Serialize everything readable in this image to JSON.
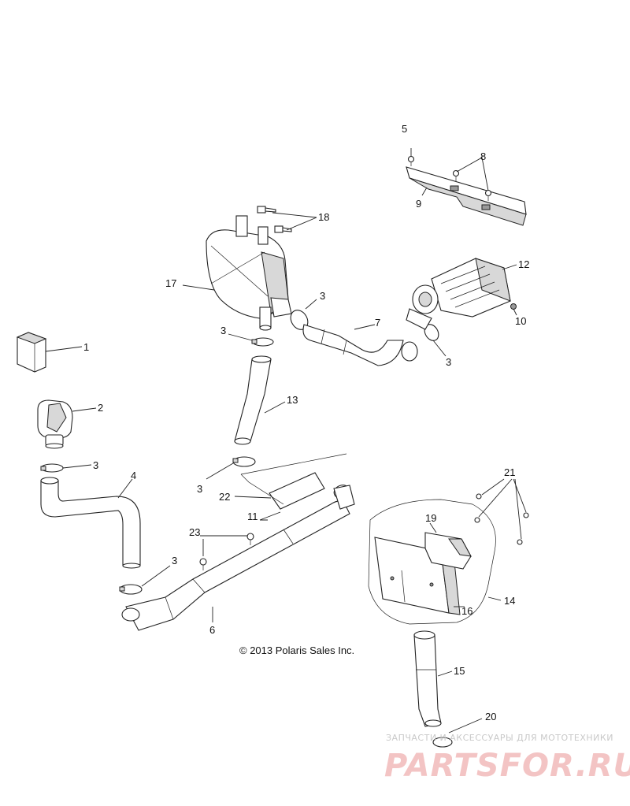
{
  "callouts": [
    {
      "id": "c1",
      "label": "1"
    },
    {
      "id": "c2",
      "label": "2"
    },
    {
      "id": "c3a",
      "label": "3"
    },
    {
      "id": "c3b",
      "label": "3"
    },
    {
      "id": "c3c",
      "label": "3"
    },
    {
      "id": "c3d",
      "label": "3"
    },
    {
      "id": "c3e",
      "label": "3"
    },
    {
      "id": "c3f",
      "label": "3"
    },
    {
      "id": "c4",
      "label": "4"
    },
    {
      "id": "c5",
      "label": "5"
    },
    {
      "id": "c6",
      "label": "6"
    },
    {
      "id": "c7",
      "label": "7"
    },
    {
      "id": "c8",
      "label": "8"
    },
    {
      "id": "c9",
      "label": "9"
    },
    {
      "id": "c10",
      "label": "10"
    },
    {
      "id": "c11",
      "label": "11"
    },
    {
      "id": "c12",
      "label": "12"
    },
    {
      "id": "c13",
      "label": "13"
    },
    {
      "id": "c14",
      "label": "14"
    },
    {
      "id": "c15",
      "label": "15"
    },
    {
      "id": "c16",
      "label": "16"
    },
    {
      "id": "c17",
      "label": "17"
    },
    {
      "id": "c18",
      "label": "18"
    },
    {
      "id": "c19",
      "label": "19"
    },
    {
      "id": "c20",
      "label": "20"
    },
    {
      "id": "c21",
      "label": "21"
    },
    {
      "id": "c22",
      "label": "22"
    },
    {
      "id": "c23",
      "label": "23"
    }
  ],
  "copyright": "© 2013 Polaris Sales Inc.",
  "watermark": {
    "tagline": "ЗАПЧАСТИ И АКСЕССУАРЫ ДЛЯ МОТОТЕХНИКИ",
    "brand": "PARTSFOR.RU"
  }
}
